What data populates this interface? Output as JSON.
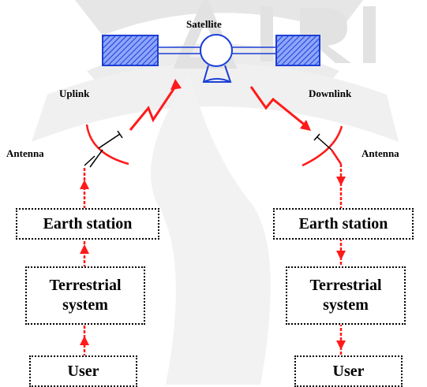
{
  "satellite_label": "Satellite",
  "uplink_label": "Uplink",
  "downlink_label": "Downlink",
  "left": {
    "antenna_label": "Antenna",
    "earth_station": "Earth station",
    "terrestrial_line1": "Terrestrial",
    "terrestrial_line2": "system",
    "user": "User"
  },
  "right": {
    "antenna_label": "Antenna",
    "earth_station": "Earth station",
    "terrestrial_line1": "Terrestrial",
    "terrestrial_line2": "system",
    "user": "User"
  },
  "colors": {
    "signal": "#ff1a1a",
    "satellite_outline": "#1b3fd6",
    "panel_fill": "#5b7df5",
    "watermark": "#dedede"
  }
}
